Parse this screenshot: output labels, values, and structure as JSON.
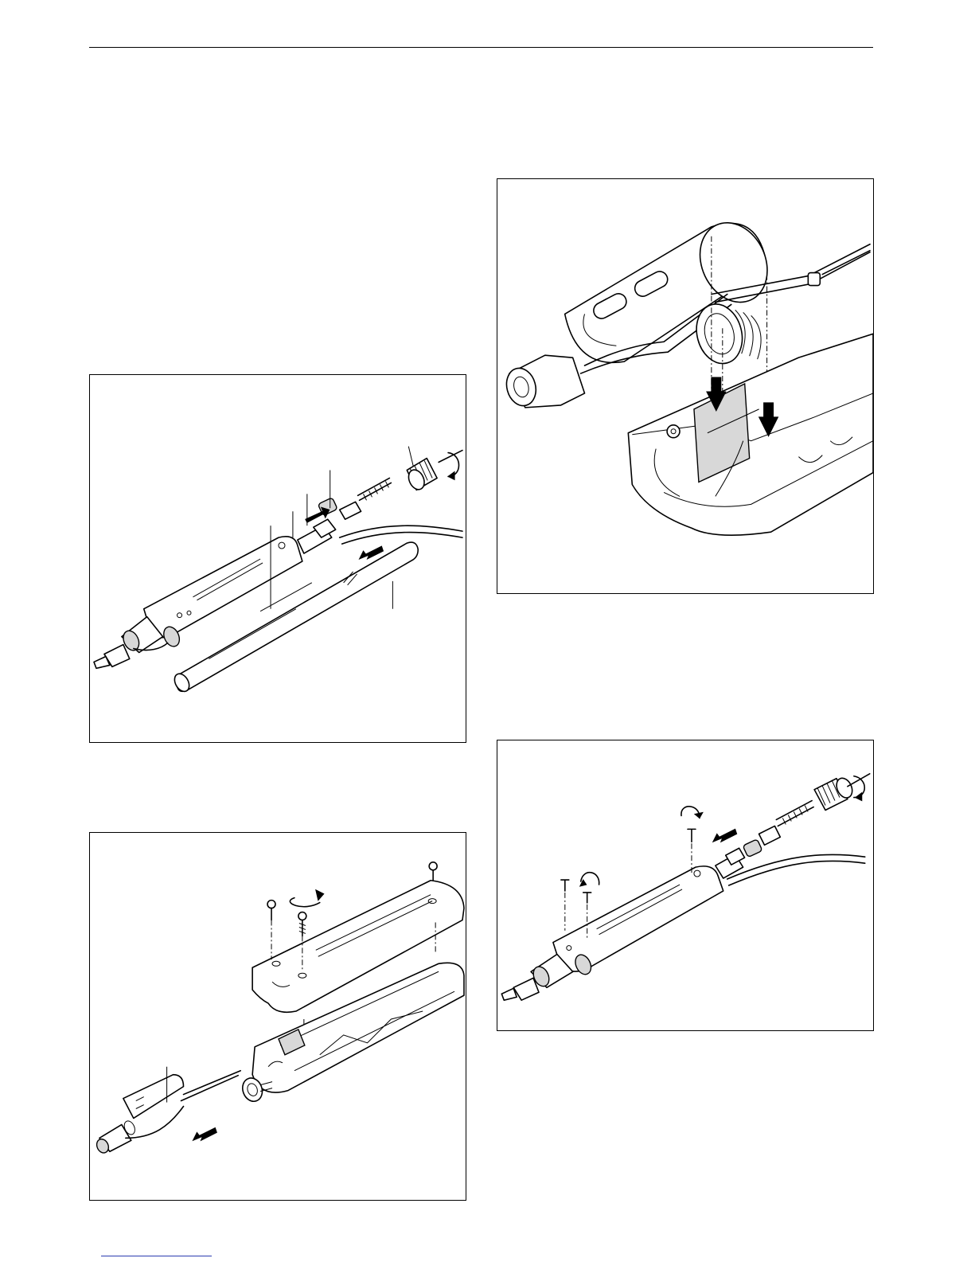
{
  "page": {
    "header_rule": true,
    "footer_link_text": ""
  },
  "figures": [
    {
      "id": "fig1",
      "depicts": "handle-sleeve-removal",
      "arrow_directions": [
        "push-right",
        "slide-left"
      ],
      "rotation_marks": 1
    },
    {
      "id": "fig2",
      "depicts": "handle-disassembly-screws",
      "arrow_directions": [
        "pull-left"
      ],
      "rotation_marks": 1
    },
    {
      "id": "fig3",
      "depicts": "heater-insert-placement",
      "arrow_directions": [
        "down",
        "down"
      ],
      "rotation_marks": 0
    },
    {
      "id": "fig4",
      "depicts": "reassembly-screws",
      "arrow_directions": [
        "push-left"
      ],
      "rotation_marks": 3
    }
  ],
  "colors": {
    "line": "#000000",
    "paper": "#ffffff",
    "link": "#2a3bb0"
  }
}
